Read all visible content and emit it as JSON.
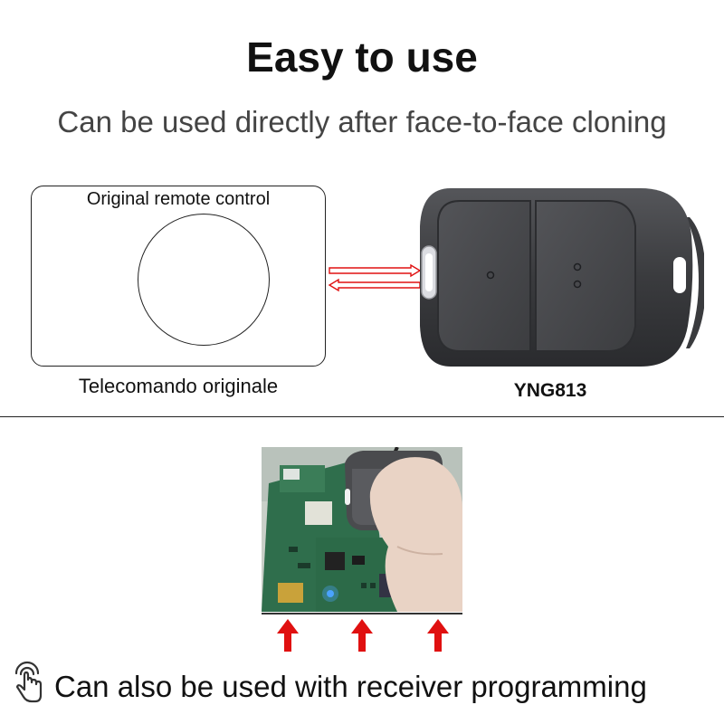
{
  "header": {
    "title": "Easy to use",
    "subtitle": "Can be used directly after face-to-face cloning"
  },
  "original": {
    "label_top": "Original remote control",
    "label_bottom": "Telecomando originale"
  },
  "remote": {
    "model": "YNG813"
  },
  "footer": {
    "text": "Can also be used with receiver programming"
  },
  "colors": {
    "arrow_red": "#e01010",
    "remote_body": "#3e3f42",
    "remote_buttons": "#4a4b4e"
  },
  "icons": [
    "hand-touch-icon",
    "up-arrow-icon",
    "transfer-arrow-icon"
  ]
}
